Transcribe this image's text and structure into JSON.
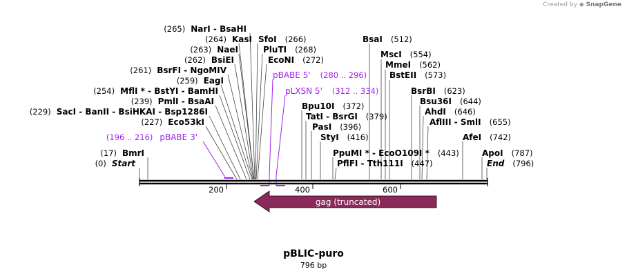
{
  "credit": {
    "prefix": "Created by",
    "brand": "SnapGene"
  },
  "plasmid": {
    "name": "pBLIC-puro",
    "length_label": "796 bp"
  },
  "ticks": [
    "200",
    "400",
    "600"
  ],
  "feature": {
    "label": "gag (truncated)",
    "color": "#8b2a5a"
  },
  "sites": [
    {
      "name": "NarI - BsaHI",
      "pos": "(265)"
    },
    {
      "name": "KasI",
      "pos": "(264)"
    },
    {
      "name": "NaeI",
      "pos": "(263)"
    },
    {
      "name": "BsiEI",
      "pos": "(262)"
    },
    {
      "name": "BsrFI - NgoMIV",
      "pos": "(261)"
    },
    {
      "name": "EagI",
      "pos": "(259)"
    },
    {
      "name": "MflI * - BstYI - BamHI",
      "pos": "(254)"
    },
    {
      "name": "PmlI - BsaAI",
      "pos": "(239)"
    },
    {
      "name": "SacI - BanII - BsiHKAI - Bsp1286I",
      "pos": "(229)"
    },
    {
      "name": "Eco53kI",
      "pos": "(227)"
    },
    {
      "name": "BmrI",
      "pos": "(17)"
    },
    {
      "name": "Start",
      "pos": "(0)"
    },
    {
      "name": "SfoI",
      "pos": "(266)"
    },
    {
      "name": "PluTI",
      "pos": "(268)"
    },
    {
      "name": "EcoNI",
      "pos": "(272)"
    },
    {
      "name": "BsaI",
      "pos": "(512)"
    },
    {
      "name": "MscI",
      "pos": "(554)"
    },
    {
      "name": "MmeI",
      "pos": "(562)"
    },
    {
      "name": "BstEII",
      "pos": "(573)"
    },
    {
      "name": "BsrBI",
      "pos": "(623)"
    },
    {
      "name": "Bsu36I",
      "pos": "(644)"
    },
    {
      "name": "AhdI",
      "pos": "(646)"
    },
    {
      "name": "AflIII - SmlI",
      "pos": "(655)"
    },
    {
      "name": "AfeI",
      "pos": "(742)"
    },
    {
      "name": "ApoI",
      "pos": "(787)"
    },
    {
      "name": "End",
      "pos": "(796)"
    },
    {
      "name": "Bpu10I",
      "pos": "(372)"
    },
    {
      "name": "TatI - BsrGI",
      "pos": "(379)"
    },
    {
      "name": "PasI",
      "pos": "(396)"
    },
    {
      "name": "StyI",
      "pos": "(416)"
    },
    {
      "name": "PpuMI * - EcoO109I *",
      "pos": "(443)"
    },
    {
      "name": "PflFI - Tth111I",
      "pos": "(447)"
    }
  ],
  "primers": [
    {
      "name": "pBABE 3'",
      "range": "(196 .. 216)"
    },
    {
      "name": "pBABE 5'",
      "range": "(280 .. 296)"
    },
    {
      "name": "pLXSN 5'",
      "range": "(312 .. 334)"
    }
  ]
}
